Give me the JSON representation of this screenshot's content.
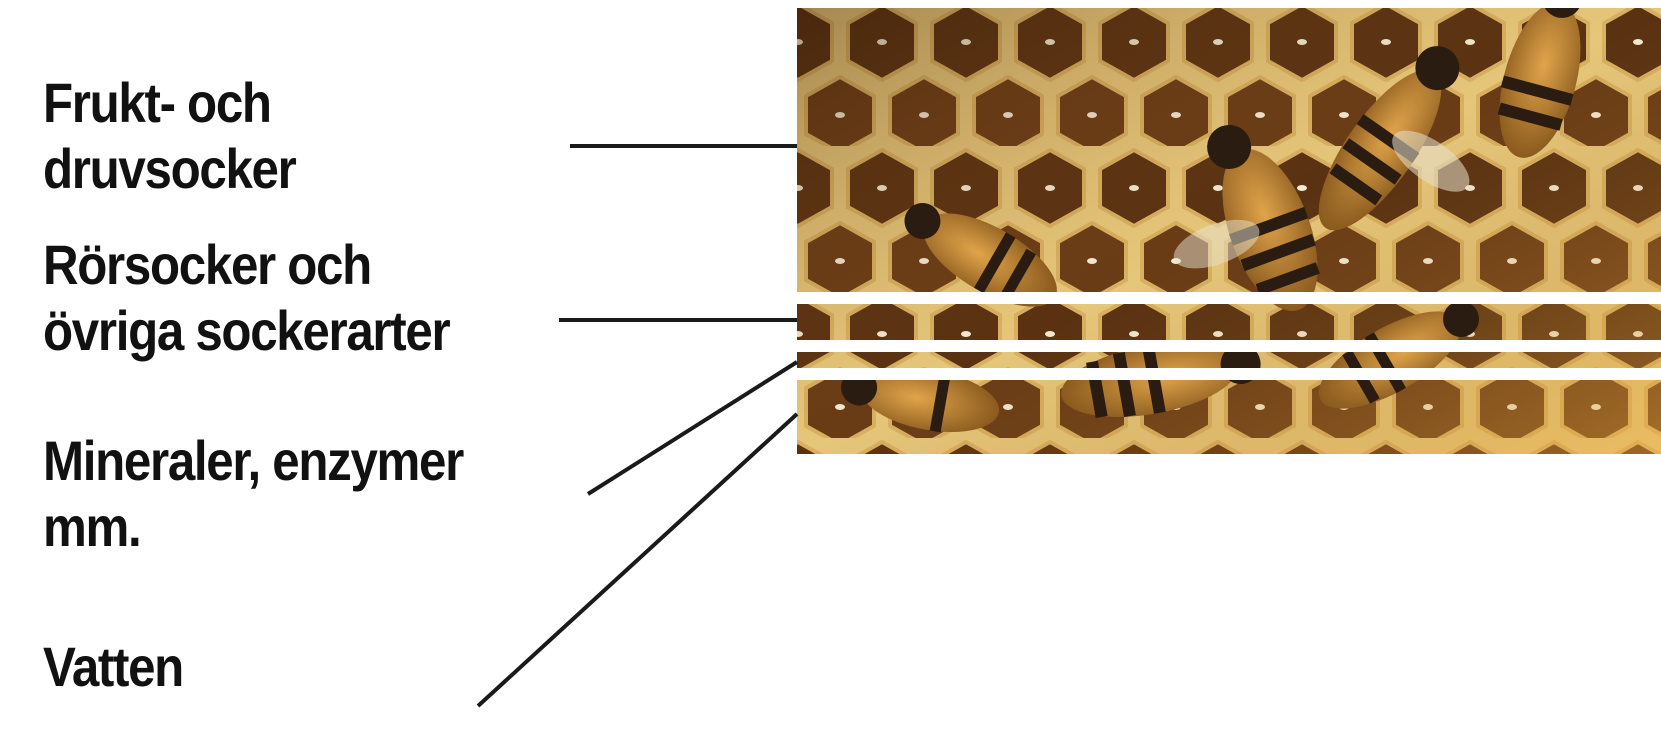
{
  "labels": [
    {
      "line1": "Frukt- och",
      "line2": "druvsocker"
    },
    {
      "line1": "Rörsocker och",
      "line2": "övriga sockerarter"
    },
    {
      "line1": "Mineraler, enzymer",
      "line2": "mm."
    },
    {
      "line1": "Vatten",
      "line2": ""
    }
  ],
  "colors": {
    "text": "#111111",
    "leader": "#1a1a1a",
    "cell_dark": "#4a2a10",
    "cell_mid": "#8a5a22",
    "honey": "#c98a2a",
    "wax": "#e6c77a",
    "bee_body": "#b57a2c",
    "bee_stripe": "#2a1c10"
  },
  "icons": [
    "honeycomb-with-bees-photo"
  ]
}
